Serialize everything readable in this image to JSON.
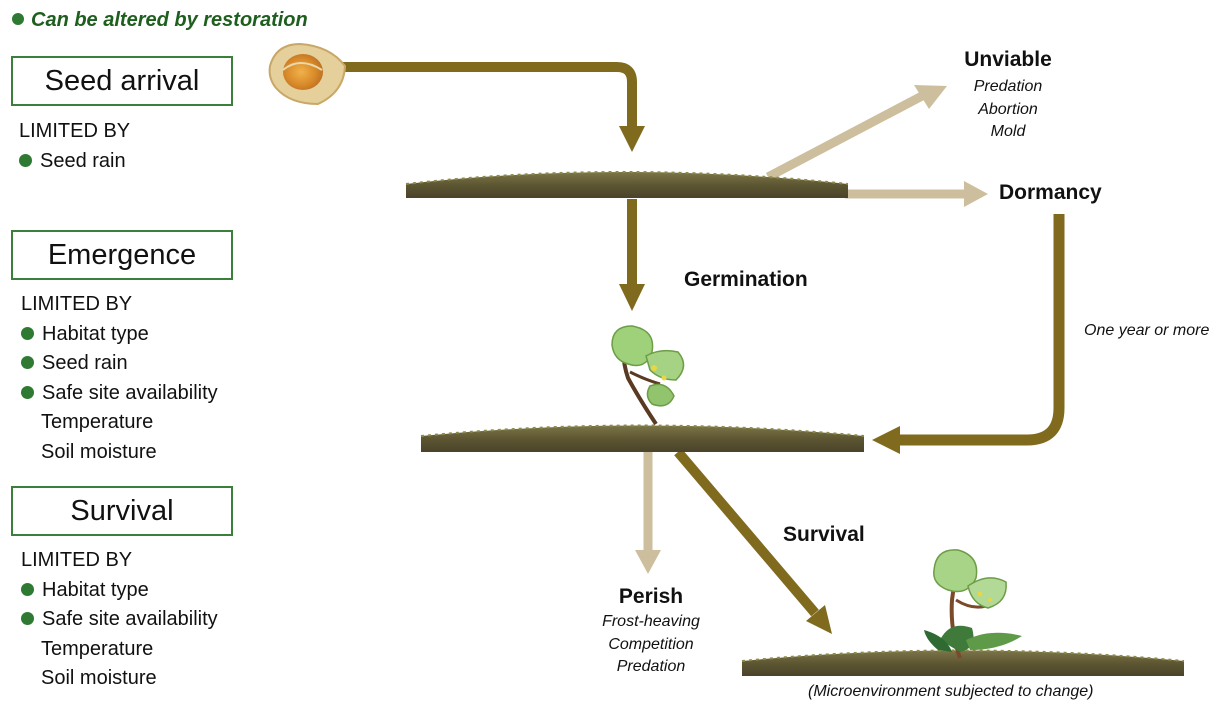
{
  "legend": {
    "text": "Can be altered by restoration",
    "bullet_color": "#2f7a32"
  },
  "stages": [
    {
      "title": "Seed arrival",
      "limited_by": "LIMITED BY",
      "factors": [
        {
          "text": "Seed rain",
          "restorable": true
        }
      ]
    },
    {
      "title": "Emergence",
      "limited_by": "LIMITED BY",
      "factors": [
        {
          "text": "Habitat type",
          "restorable": true
        },
        {
          "text": "Seed rain",
          "restorable": true
        },
        {
          "text": "Safe site availability",
          "restorable": true
        },
        {
          "text": "Temperature",
          "restorable": false
        },
        {
          "text": "Soil moisture",
          "restorable": false
        }
      ]
    },
    {
      "title": "Survival",
      "limited_by": "LIMITED BY",
      "factors": [
        {
          "text": "Habitat type",
          "restorable": true
        },
        {
          "text": "Safe site availability",
          "restorable": true
        },
        {
          "text": "Temperature",
          "restorable": false
        },
        {
          "text": "Soil moisture",
          "restorable": false
        }
      ]
    }
  ],
  "flow": {
    "unviable": {
      "title": "Unviable",
      "causes": [
        "Predation",
        "Abortion",
        "Mold"
      ]
    },
    "dormancy": {
      "title": "Dormancy"
    },
    "germination": {
      "title": "Germination"
    },
    "dormancy_return": {
      "text": "One year or more"
    },
    "perish": {
      "title": "Perish",
      "causes": [
        "Frost-heaving",
        "Competition",
        "Predation"
      ]
    },
    "survival": {
      "title": "Survival"
    },
    "microenvironment": {
      "text": "(Microenvironment subjected to change)"
    }
  },
  "colors": {
    "arrow_dark": "#7f6a1e",
    "arrow_light": "#cdbf9d",
    "bullet": "#2f7a32",
    "box_border": "#3b7f3d"
  }
}
